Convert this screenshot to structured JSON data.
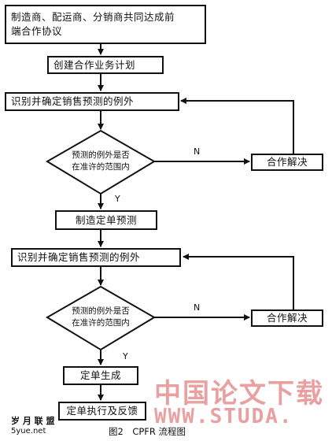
{
  "flow": {
    "box1_line1": "制造商、配运商、分销商共同达成前",
    "box1_line2": "端合作协议",
    "box2": "创建合作业务计划",
    "box3": "识别并确定销售预测的例外",
    "decision1_line1": "预测的例外是否",
    "decision1_line2": "在准许的范围内",
    "label_no_1": "N",
    "label_yes_1": "Y",
    "resolve1": "合作解决",
    "box4": "制造定单预测",
    "box5": "识别并确定销售预测的例外",
    "decision2_line1": "预测的例外是否",
    "decision2_line2": "在准许的范围内",
    "label_no_2": "N",
    "label_yes_2": "Y",
    "resolve2": "合作解决",
    "box6": "定单生成",
    "box7": "定单执行及反馈"
  },
  "caption": "图2　CPFR 流程图",
  "watermark": {
    "text_cn": "中国论文下载",
    "text_url": "WWW.STUDA.",
    "site_logo": "岁 月 联 盟",
    "site_url": "5yue.net"
  }
}
